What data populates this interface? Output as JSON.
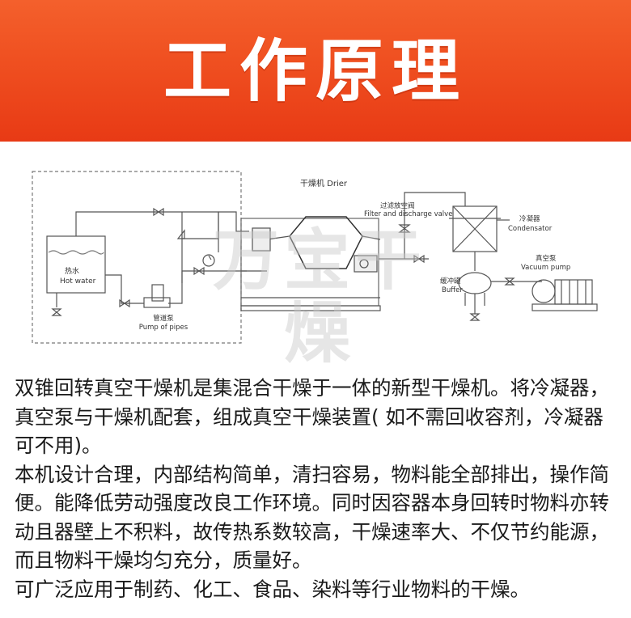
{
  "banner": {
    "title": "工作原理"
  },
  "diagram": {
    "drier": {
      "zh": "干燥机",
      "en": "Drier"
    },
    "filter": {
      "zh": "过滤放空阀",
      "en": "Filter and discharge valve"
    },
    "condensator": {
      "zh": "冷凝器",
      "en": "Condensator"
    },
    "vacuum_pump": {
      "zh": "真空泵",
      "en": "Vacuum pump"
    },
    "buffer": {
      "zh": "缓冲罐",
      "en": "Buffer"
    },
    "hot_water": {
      "zh": "热水",
      "en": "Hot water"
    },
    "pipe_pump": {
      "zh": "管道泵",
      "en": "Pump of pipes"
    },
    "watermark": "万宝干燥"
  },
  "description": {
    "paragraphs": [
      "双锥回转真空干燥机是集混合干燥于一体的新型干燥机。将冷凝器，真空泵与干燥机配套，组成真空干燥装置( 如不需回收容剂，冷凝器可不用)。",
      "本机设计合理，内部结构简单，清扫容易，物料能全部排出，操作简便。能降低劳动强度改良工作环境。同时因容器本身回转时物料亦转动且器壁上不积料，故传热系数较高，干燥速率大、不仅节约能源，而且物料干燥均匀充分，质量好。",
      "可广泛应用于制药、化工、食品、染料等行业物料的干燥。"
    ]
  }
}
